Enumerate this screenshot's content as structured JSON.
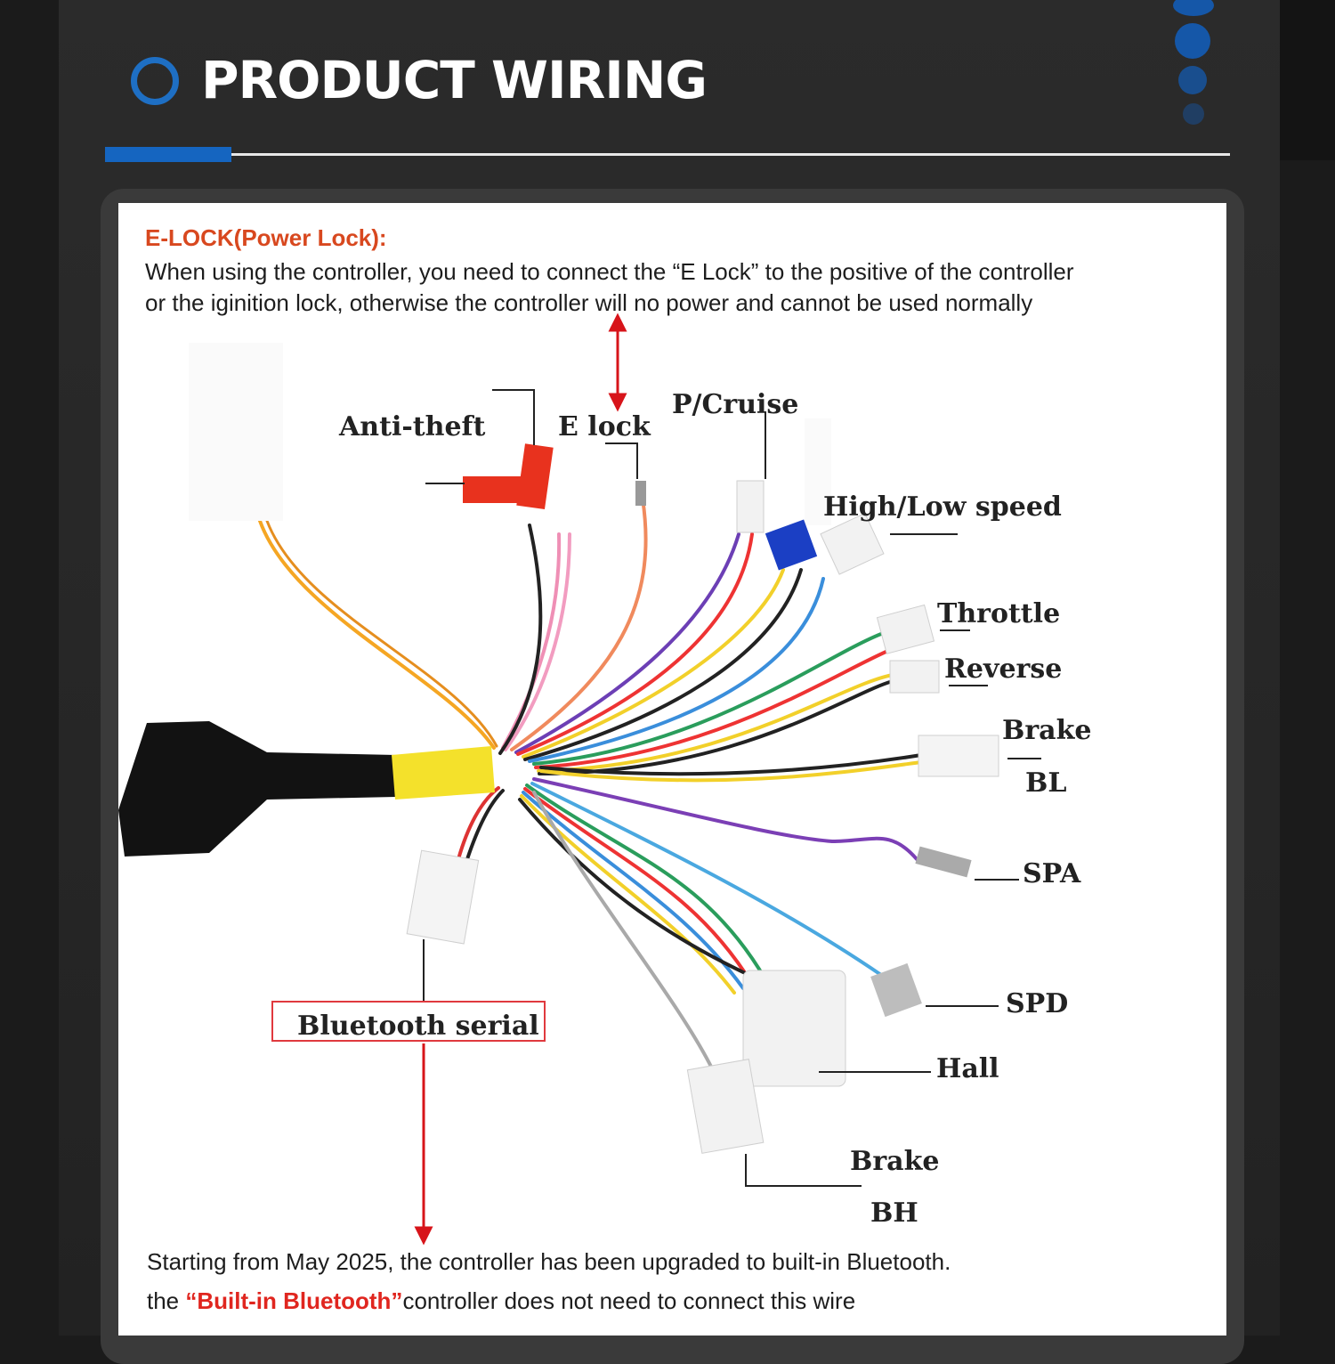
{
  "header": {
    "title": "PRODUCT WIRING"
  },
  "note": {
    "title": "E-LOCK(Power Lock):",
    "line1": "When using the controller, you need to connect the “E Lock” to the positive of the controller",
    "line2": "or the iginition lock, otherwise the controller will no power and cannot be used normally"
  },
  "labels": {
    "anti_theft": "Anti-theft",
    "e_lock": "E lock",
    "p_cruise": "P/Cruise",
    "high_low_speed": "High/Low speed",
    "throttle": "Throttle",
    "reverse": "Reverse",
    "brake_bl": "Brake",
    "bl": "BL",
    "spa": "SPA",
    "spd": "SPD",
    "hall": "Hall",
    "brake_bh": "Brake",
    "bh": "BH",
    "bluetooth_serial": "Bluetooth serial"
  },
  "footer": {
    "line1": "Starting from May 2025, the controller has been upgraded to built-in Bluetooth.",
    "line2_prefix": "the ",
    "line2_highlight": "“Built-in Bluetooth”",
    "line2_suffix": "controller does not need to connect this wire"
  },
  "colors": {
    "accent_blue": "#1565c0",
    "note_title": "#d8481f",
    "highlight_red": "#e0261f",
    "arrow_red": "#d7141a"
  }
}
